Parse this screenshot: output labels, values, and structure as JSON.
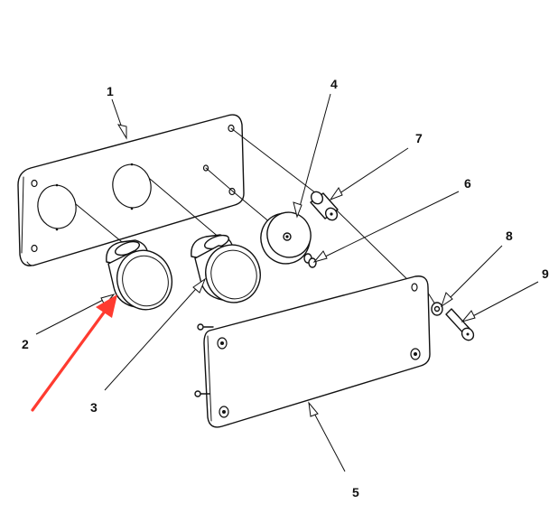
{
  "diagram": {
    "callouts": [
      {
        "id": "1",
        "text": "1"
      },
      {
        "id": "2",
        "text": "2"
      },
      {
        "id": "3",
        "text": "3"
      },
      {
        "id": "4",
        "text": "4"
      },
      {
        "id": "5",
        "text": "5"
      },
      {
        "id": "6",
        "text": "6"
      },
      {
        "id": "7",
        "text": "7"
      },
      {
        "id": "8",
        "text": "8"
      },
      {
        "id": "9",
        "text": "9"
      }
    ],
    "highlight_color": "#ff3b30",
    "ink_color": "#111111"
  }
}
